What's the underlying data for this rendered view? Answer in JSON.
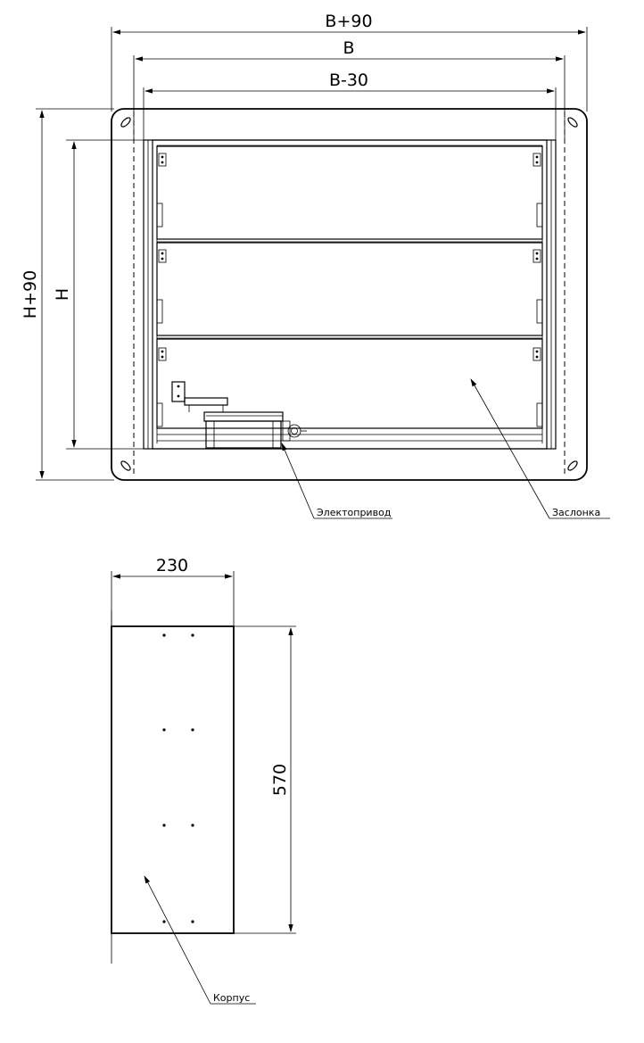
{
  "dimensions": {
    "top_width_outer": "B+90",
    "top_width_mid": "B",
    "top_width_inner": "B-30",
    "left_height_outer": "H+90",
    "left_height_inner": "H",
    "side_depth": "230",
    "side_height": "570"
  },
  "callouts": {
    "actuator": "Электопривод",
    "damper": "Заслонка",
    "housing": "Корпус"
  }
}
